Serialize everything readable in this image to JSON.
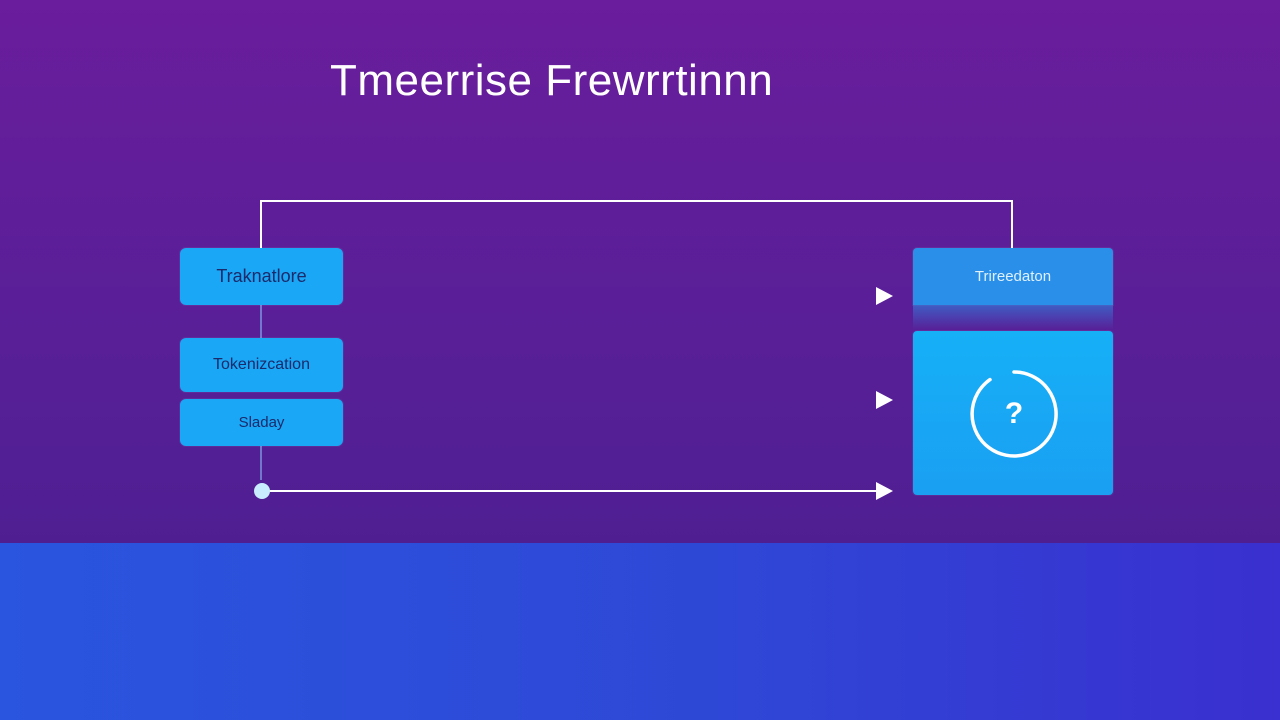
{
  "title": "Tmeerrise Frewrrtinnn",
  "left_nodes": [
    {
      "label": "Traknatlore"
    },
    {
      "label": "Tokenizcation"
    },
    {
      "label": "Sladay"
    }
  ],
  "right_node": {
    "header_label": "Trireedaton",
    "icon": "help-circle-icon",
    "glyph": "?"
  },
  "colors": {
    "background_top": "#6a1d9c",
    "background_bottom": "#2a55de",
    "node_fill": "#1aa7f5",
    "node_text": "#1b2a6b",
    "connector": "#ffffff"
  }
}
